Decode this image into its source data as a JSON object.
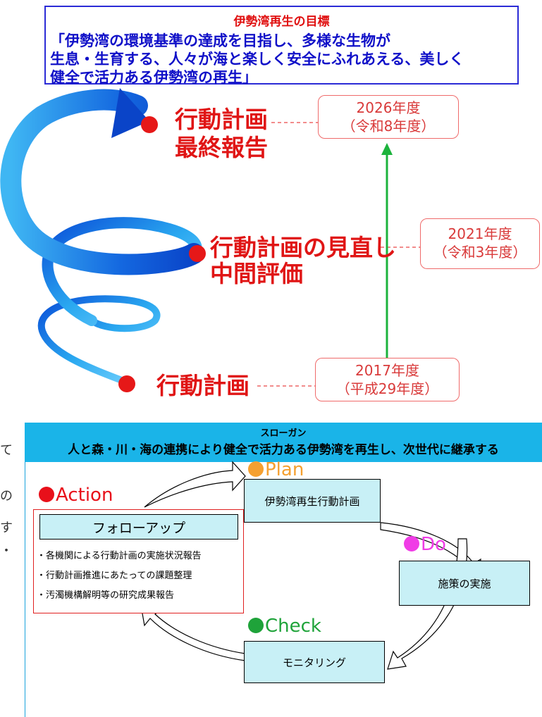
{
  "goal": {
    "title": "伊勢湾再生の目標",
    "lines": [
      "「伊勢湾の環境基準の達成を目指し、多様な生物が",
      "生息・生育する、人々が海と楽しく安全にふれあえる、美しく",
      "健全で活力ある伊勢湾の再生」"
    ]
  },
  "milestones": [
    {
      "label_lines": [
        "行動計画",
        "最終報告"
      ],
      "year": "2026年度",
      "era": "（令和8年度）"
    },
    {
      "label_lines": [
        "行動計画の見直し",
        "中間評価"
      ],
      "year": "2021年度",
      "era": "（令和3年度）"
    },
    {
      "label_lines": [
        "行動計画"
      ],
      "year": "2017年度",
      "era": "（平成29年度）"
    }
  ],
  "slogan": {
    "title": "スローガン",
    "text": "人と森・川・海の連携により健全で活力ある伊勢湾を再生し、次世代に継承する"
  },
  "cycle": {
    "plan": {
      "label": "Plan",
      "box": "伊勢湾再生行動計画",
      "color": "#f5a030"
    },
    "do": {
      "label": "Do",
      "box": "施策の実施",
      "color": "#f03ce6"
    },
    "check": {
      "label": "Check",
      "box": "モニタリング",
      "color": "#1fa33a"
    },
    "action": {
      "label": "Action",
      "color": "#e8101a",
      "box": "フォローアップ",
      "items": [
        "・各機関による行動計画の実施状況報告",
        "・行動計画推進にあたっての課題整理",
        "・汚濁機構解明等の研究成果報告"
      ]
    }
  },
  "colors": {
    "milestone_red": "#e01515",
    "arrow_green": "#1cb33c",
    "slogan_bg": "#1ab4e8",
    "box_fill": "#c8f0f6"
  },
  "left_fragments": [
    "て",
    "の",
    "す",
    "・"
  ]
}
